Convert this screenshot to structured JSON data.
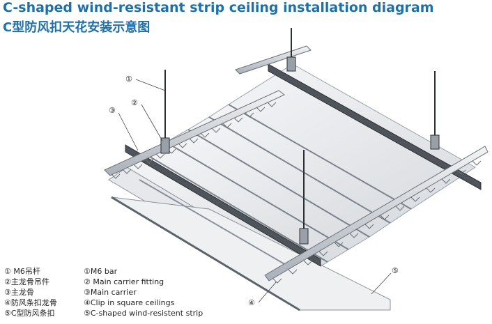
{
  "title_en": "C-shaped wind-resistant strip ceiling installation diagram",
  "title_cn": "C型防风扣天花安装示意图",
  "callouts": [
    "①",
    "②",
    "③",
    "④",
    "⑤"
  ],
  "legend": [
    {
      "cn": "① M6吊杆",
      "en": "①M6 bar"
    },
    {
      "cn": "②主龙骨吊件",
      "en": "② Main carrier fitting"
    },
    {
      "cn": "③主龙骨",
      "en": "③Main carrier"
    },
    {
      "cn": "④防风条扣龙骨",
      "en": "④Clip in square ceilings"
    },
    {
      "cn": "⑤C型防风条扣",
      "en": "⑤C-shaped wind-resistent strip"
    }
  ],
  "colors": {
    "title": "#1f6fa8",
    "metal_light": "#eceef1",
    "metal_mid": "#c9cdd3",
    "metal_dark": "#6b7079",
    "line": "#222222"
  }
}
